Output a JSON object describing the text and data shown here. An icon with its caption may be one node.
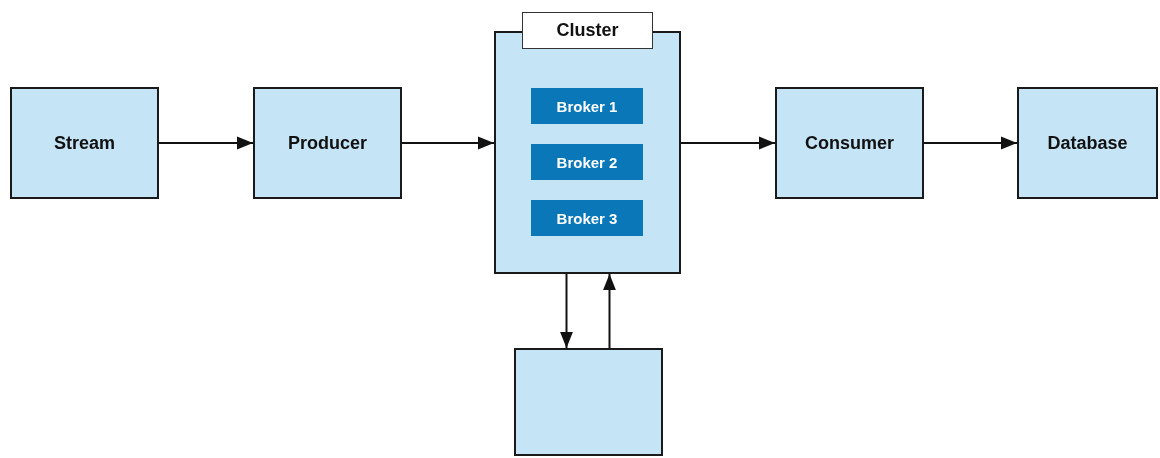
{
  "diagram": {
    "nodes": [
      {
        "text": [
          "Stream"
        ]
      },
      {
        "text": [
          "Producer"
        ]
      },
      {
        "text": [
          "Cluster"
        ]
      },
      {
        "text": [
          "Broker 1"
        ],
        "in": 2
      },
      {
        "text": [
          "Broker 2"
        ],
        "in": 2
      },
      {
        "text": [
          "Broker 3"
        ],
        "in": 2
      },
      {
        "text": [
          "Consumer"
        ]
      },
      {
        "text": [
          "Database"
        ]
      },
      {
        "text": [],
        "shape": "box"
      }
    ],
    "edges": [
      {
        "from": 0,
        "to": 1,
        "arrow": "to"
      },
      {
        "from": 1,
        "to": 2,
        "arrow": "to"
      },
      {
        "from": 2,
        "to": 6,
        "arrow": "to"
      },
      {
        "from": 6,
        "to": 7,
        "arrow": "to"
      },
      {
        "from": 2,
        "to": 8,
        "arrow": "to"
      },
      {
        "from": 8,
        "to": 2,
        "arrow": "to"
      }
    ]
  }
}
